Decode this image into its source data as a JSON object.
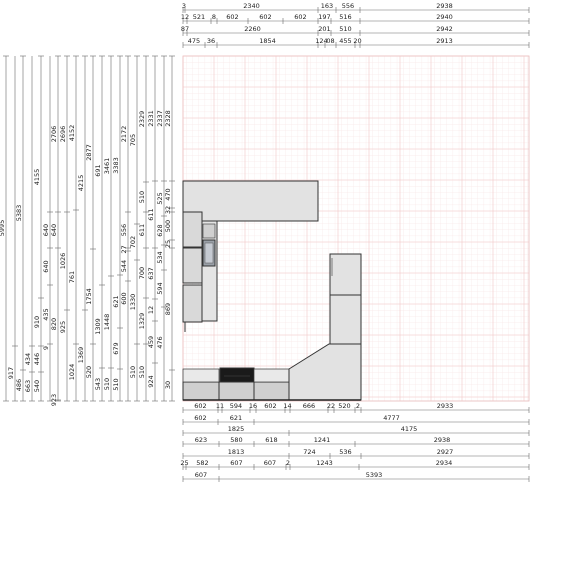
{
  "colors": {
    "grid": "#f1c6c6",
    "dim_line": "#6a6a6a",
    "text": "#222222",
    "cabinet_fill": "#dcdcdc",
    "cabinet_stroke": "#333333",
    "appliance_dark": "#1a1a1a"
  },
  "top_dimension_rows": [
    [
      "3",
      "2340",
      "163",
      "556",
      "2938"
    ],
    [
      "12",
      "521",
      "8",
      "602",
      "602",
      "602",
      "197",
      "516",
      "2940"
    ],
    [
      "87",
      "2260",
      "201",
      "510",
      "2942"
    ],
    [
      "475",
      "36",
      "1854",
      "124",
      "08",
      "455",
      "20",
      "2913"
    ]
  ],
  "left_dimension_columns": [
    [
      "5995"
    ],
    [
      "917"
    ],
    [
      "5383",
      "486"
    ],
    [
      "434",
      "663"
    ],
    [
      "4155",
      "910",
      "446",
      "540"
    ],
    [
      "640",
      "640",
      "435",
      "9"
    ],
    [
      "2706",
      "640",
      "820",
      "923"
    ],
    [
      "2696",
      "1026",
      "925"
    ],
    [
      "4152",
      "761",
      "1024"
    ],
    [
      "4215",
      "1369"
    ],
    [
      "2877",
      "1754",
      "520"
    ],
    [
      "691",
      "1309",
      "543"
    ],
    [
      "3461",
      "1448",
      "510"
    ],
    [
      "3383",
      "621",
      "679",
      "510"
    ],
    [
      "2172",
      "556",
      "27",
      "544",
      "600"
    ],
    [
      "705",
      "702",
      "1330",
      "510"
    ],
    [
      "2329",
      "510",
      "611",
      "700",
      "1329",
      "510"
    ],
    [
      "2331",
      "611",
      "637",
      "12",
      "459",
      "924",
      "2"
    ],
    [
      "2337",
      "525",
      "628",
      "534",
      "594",
      "476"
    ],
    [
      "2328",
      "470",
      "32",
      "500",
      "25",
      "869",
      "30"
    ]
  ],
  "bottom_dimension_rows": [
    [
      "602",
      "11",
      "594",
      "16",
      "602",
      "14",
      "666",
      "22",
      "520",
      "2",
      "2933"
    ],
    [
      "602",
      "621",
      "4777"
    ],
    [
      "1825",
      "4175"
    ],
    [
      "623",
      "580",
      "618",
      "1241",
      "2938"
    ],
    [
      "1813",
      "724",
      "536",
      "2927"
    ],
    [
      "25",
      "582",
      "607",
      "607",
      "2",
      "1243",
      "2934"
    ],
    [
      "607",
      "5393"
    ]
  ]
}
